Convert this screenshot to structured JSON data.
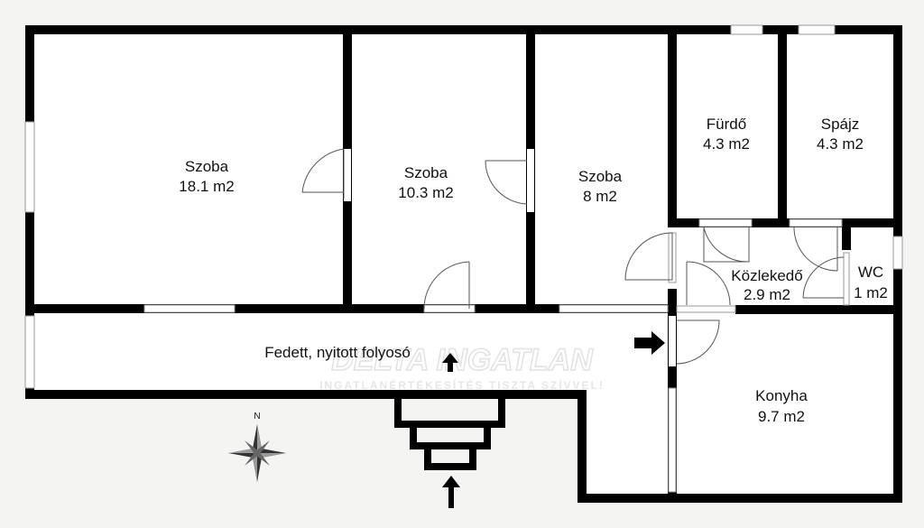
{
  "rooms": [
    {
      "name": "Szoba",
      "area": "18.1 m2"
    },
    {
      "name": "Szoba",
      "area": "10.3 m2"
    },
    {
      "name": "Szoba",
      "area": "8 m2"
    },
    {
      "name": "Fürdő",
      "area": "4.3 m2"
    },
    {
      "name": "Spájz",
      "area": "4.3 m2"
    },
    {
      "name": "Közlekedő",
      "area": "2.9 m2"
    },
    {
      "name": "WC",
      "area": "1 m2"
    },
    {
      "name": "Konyha",
      "area": "9.7 m2"
    }
  ],
  "corridor": "Fedett, nyitott folyosó",
  "compass": "N",
  "watermark": {
    "title": "DELTA INGATLAN",
    "tagline": "INGATLANÉRTÉKESÍTÉS TISZTA SZÍVVEL!"
  }
}
